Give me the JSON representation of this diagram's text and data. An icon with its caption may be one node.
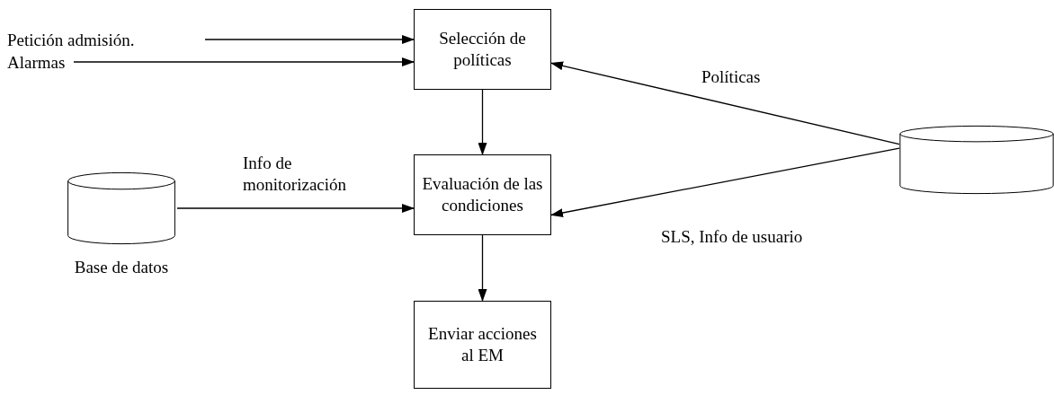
{
  "diagram": {
    "nodes": [
      {
        "text": [
          "Petición admisión."
        ]
      },
      {
        "text": [
          "Alarmas"
        ]
      },
      {
        "text": [
          "Selección de políticas"
        ]
      },
      {
        "text": [
          "Evaluación de las condiciones"
        ]
      },
      {
        "text": [
          "Enviar acciones al EM"
        ]
      },
      {
        "text": [],
        "shape": "cylinder",
        "beside": [
          "Base de datos"
        ]
      },
      {
        "text": [],
        "shape": "cylinder"
      }
    ],
    "edges": [
      {
        "from": 0,
        "to": 2,
        "arrow": "to"
      },
      {
        "from": 1,
        "to": 2,
        "arrow": "to"
      },
      {
        "from": 2,
        "to": 3,
        "arrow": "to"
      },
      {
        "from": 3,
        "to": 4,
        "arrow": "to"
      },
      {
        "from": 5,
        "to": 3,
        "arrow": "to",
        "label": "Info de monitorización"
      },
      {
        "from": 6,
        "to": 2,
        "arrow": "to",
        "label": "Políticas"
      },
      {
        "from": 6,
        "to": 3,
        "arrow": "to",
        "label": "SLS, Info de usuario"
      }
    ]
  }
}
